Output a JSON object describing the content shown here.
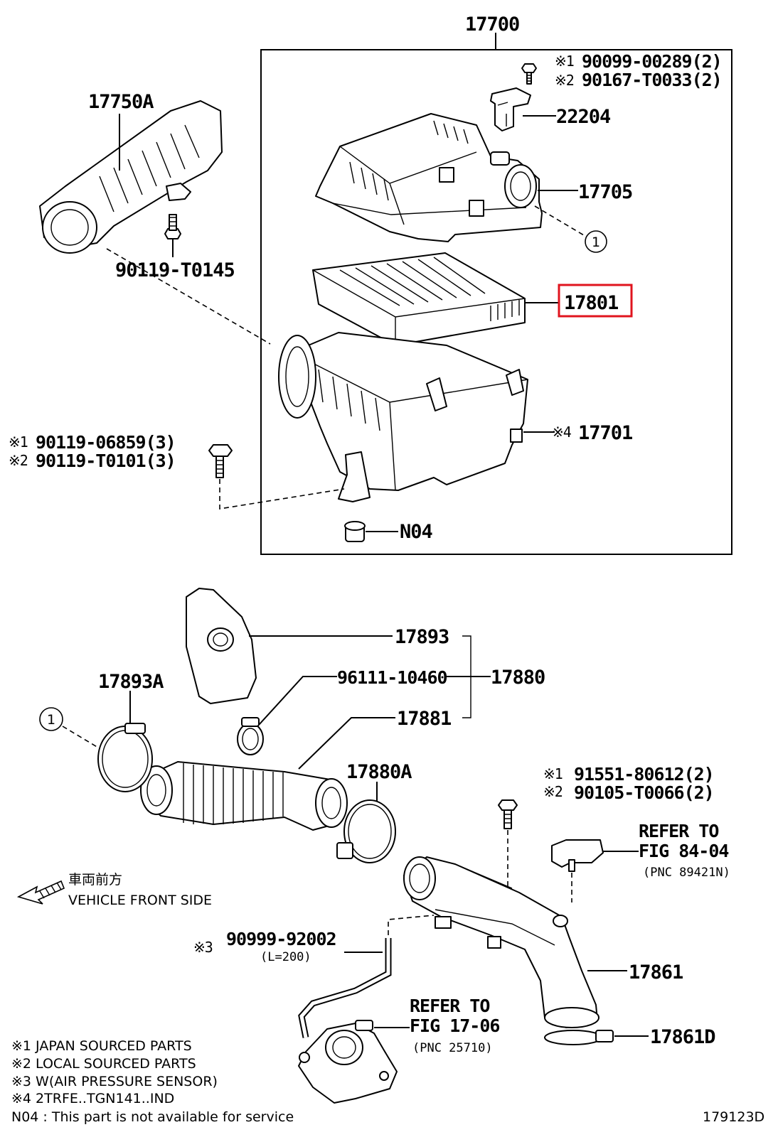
{
  "labels": {
    "p17700": "17700",
    "p17750A": "17750A",
    "p90119_T0145": "90119-T0145",
    "p22204": "22204",
    "p17705": "17705",
    "p17801": "17801",
    "p17701": "17701",
    "pN04": "N04",
    "p17893": "17893",
    "p17880": "17880",
    "p96111": "96111-10460",
    "p17881": "17881",
    "p17893A": "17893A",
    "p17880A": "17880A",
    "p17861": "17861",
    "p17861D": "17861D",
    "p90999": "90999-92002",
    "l200": "(L=200)",
    "figure_id": "179123D"
  },
  "marks": {
    "m1": "※1",
    "m2": "※2",
    "m3": "※3",
    "m4": "※4",
    "circle1": "1"
  },
  "top_bolt": {
    "a": "90099-00289(2)",
    "b": "90167-T0033(2)"
  },
  "side_bolt": {
    "a": "90119-06859(3)",
    "b": "90119-T0101(3)"
  },
  "lower_bolt": {
    "a": "91551-80612(2)",
    "b": "90105-T0066(2)"
  },
  "refer1": {
    "line1": "REFER TO",
    "line2": "FIG 84-04",
    "line3": "(PNC 89421N)"
  },
  "refer2": {
    "line1": "REFER TO",
    "line2": "FIG 17-06",
    "line3": "(PNC 25710)"
  },
  "direction": {
    "jp": "車両前方",
    "en": "VEHICLE FRONT SIDE"
  },
  "notes": [
    "※1 JAPAN SOURCED PARTS",
    "※2 LOCAL SOURCED PARTS",
    "※3  W(AIR PRESSURE SENSOR)",
    "※4 2TRFE..TGN141..IND",
    "N04 : This part is not available for service"
  ],
  "highlight_color": "#e0141e"
}
